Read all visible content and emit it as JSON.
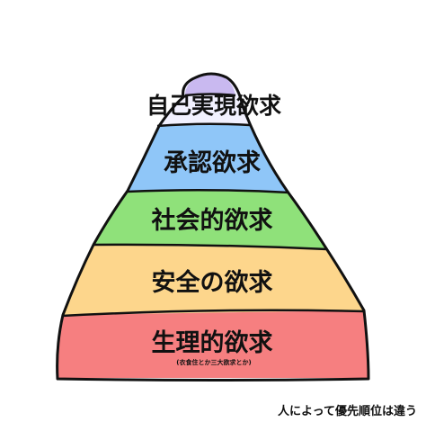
{
  "pyramid": {
    "tiers": [
      {
        "label": "自己実現欲求",
        "color": "#f2f1ff",
        "sublabel": ""
      },
      {
        "label": "承認欲求",
        "color": "#8fc6f8",
        "sublabel": ""
      },
      {
        "label": "社会的欲求",
        "color": "#8fe17a",
        "sublabel": ""
      },
      {
        "label": "安全の欲求",
        "color": "#fdd68c",
        "sublabel": ""
      },
      {
        "label": "生理的欲求",
        "color": "#f67f80",
        "sublabel": "(衣食住とか三大欲求とか)"
      }
    ],
    "tip_color": "#c9b9f0",
    "outline_color": "#111111"
  },
  "caption": "人によって優先順位は違う"
}
